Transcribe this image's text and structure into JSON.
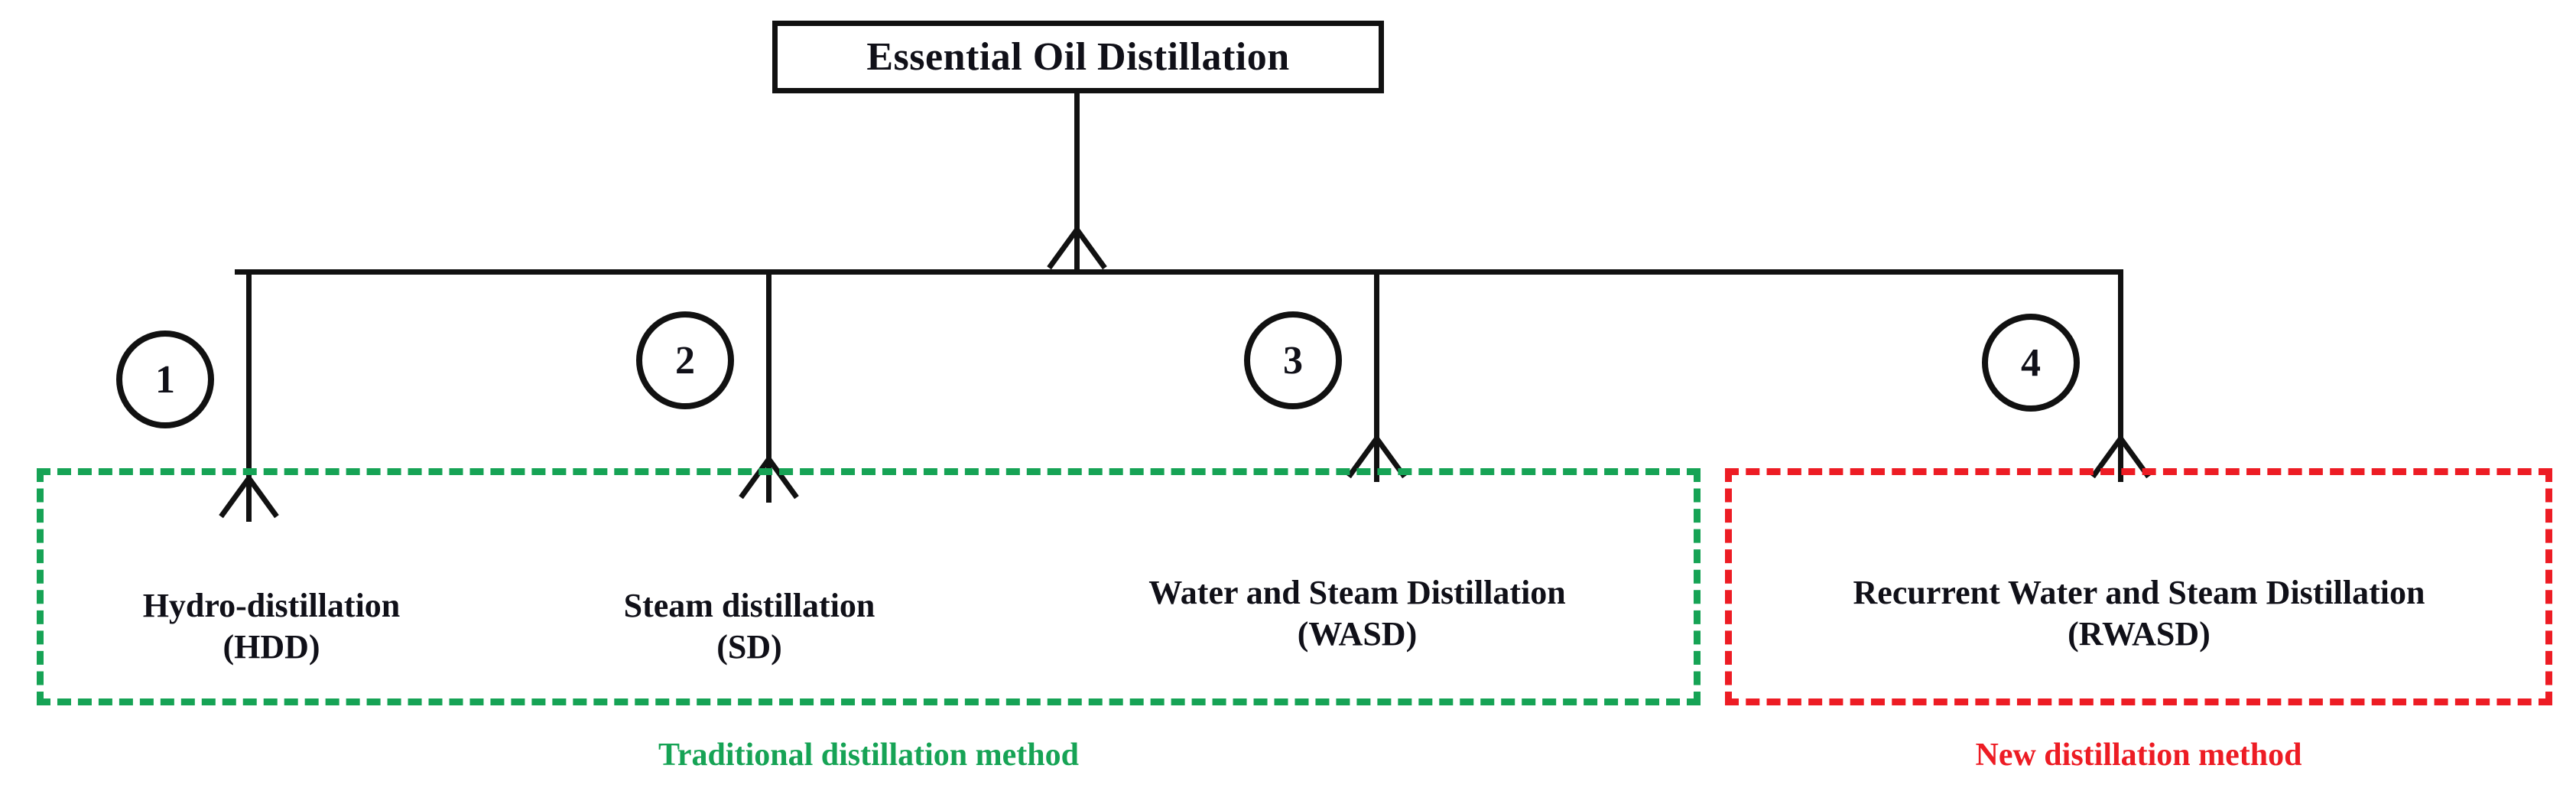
{
  "diagram": {
    "root": {
      "label": "Essential Oil Distillation"
    },
    "branches": [
      {
        "number": "1",
        "line1": "Hydro-distillation",
        "line2": "(HDD)",
        "group": "traditional"
      },
      {
        "number": "2",
        "line1": "Steam distillation",
        "line2": "(SD)",
        "group": "traditional"
      },
      {
        "number": "3",
        "line1": "Water and Steam Distillation",
        "line2": "(WASD)",
        "group": "traditional"
      },
      {
        "number": "4",
        "line1": "Recurrent Water and Steam Distillation",
        "line2": "(RWASD)",
        "group": "new"
      }
    ],
    "groups": [
      {
        "id": "traditional",
        "caption": "Traditional distillation method",
        "color": "#16a355"
      },
      {
        "id": "new",
        "caption": "New distillation method",
        "color": "#ed1c24"
      }
    ],
    "colors": {
      "line": "#111111",
      "text": "#101018",
      "traditional": "#16a355",
      "new": "#ed1c24",
      "background": "#ffffff"
    }
  }
}
